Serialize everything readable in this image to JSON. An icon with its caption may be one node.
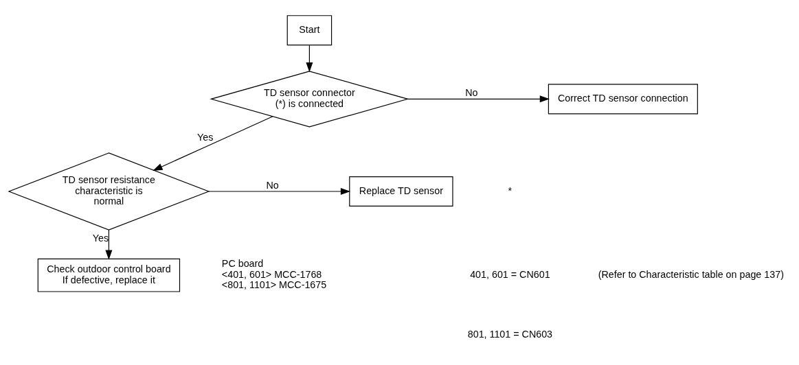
{
  "diagram": {
    "nodes": [
      {
        "text": [
          "Start"
        ]
      },
      {
        "text": [
          "TD sensor connector (*) is connected"
        ]
      },
      {
        "text": [
          "Correct TD sensor connection"
        ]
      },
      {
        "text": [
          "TD sensor resistance characteristic is normal"
        ]
      },
      {
        "text": [
          "Replace TD sensor"
        ]
      },
      {
        "text": [
          "Check outdoor control board",
          "If defective, replace it"
        ],
        "beside": [
          "PC board",
          "<401, 601> MCC-1768",
          "<801, 1101> MCC-1675"
        ]
      }
    ],
    "edges": [
      {
        "from": 0,
        "to": 1,
        "arrow": "to"
      },
      {
        "from": 1,
        "to": 2,
        "arrow": "to",
        "label": "No"
      },
      {
        "from": 1,
        "to": 3,
        "arrow": "to",
        "label": "Yes"
      },
      {
        "from": 3,
        "to": 4,
        "arrow": "to",
        "label": "No"
      },
      {
        "from": 3,
        "to": 5,
        "arrow": "to",
        "label": "Yes"
      }
    ],
    "labels": [
      "*",
      "401, 601 = CN601",
      "801, 1101 = CN603",
      "(Refer to Characteristic table on page 137)"
    ]
  }
}
